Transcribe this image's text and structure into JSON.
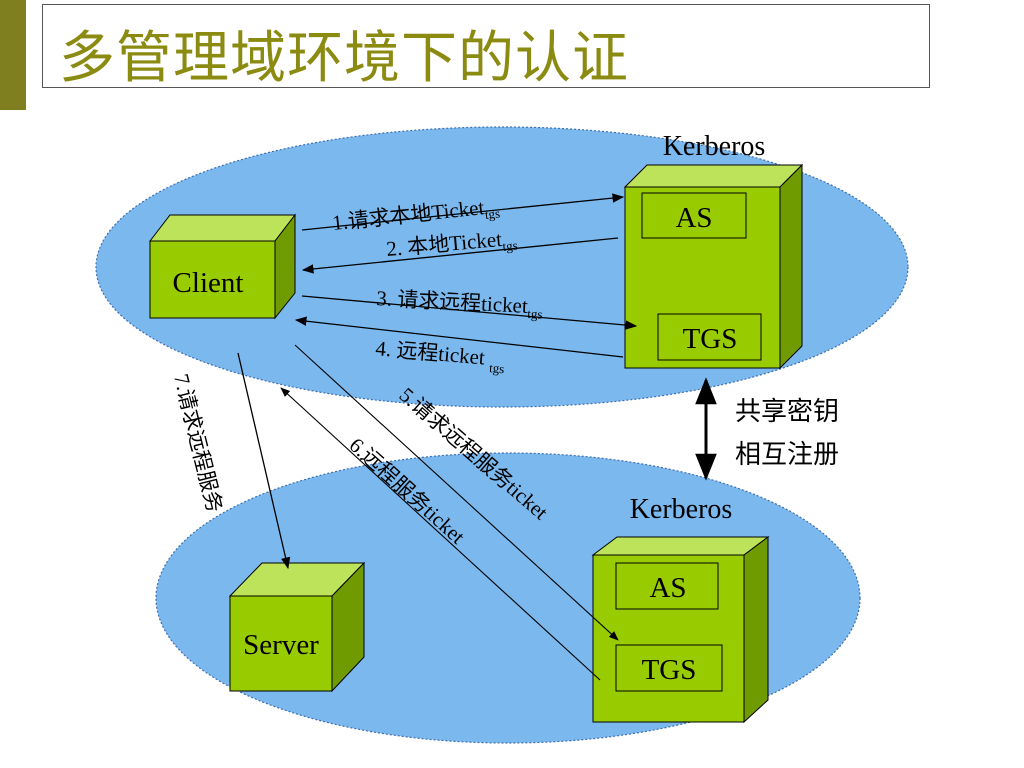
{
  "slide": {
    "title": "多管理域环境下的认证"
  },
  "top_domain": {
    "kerberos_label": "Kerberos",
    "client_label": "Client",
    "as_label": "AS",
    "tgs_label": "TGS"
  },
  "bottom_domain": {
    "kerberos_label": "Kerberos",
    "server_label": "Server",
    "as_label": "AS",
    "tgs_label": "TGS"
  },
  "arrows": {
    "a1_main": "1.请求本地Ticket",
    "a1_sub": "tgs",
    "a2_main": "2. 本地Ticket",
    "a2_sub": "tgs",
    "a3_main": "3. 请求远程ticket",
    "a3_sub": "tgs",
    "a4_main": "4. 远程ticket ",
    "a4_sub": "tgs",
    "a5": "5.请求远程服务ticket",
    "a6": "6.远程服务ticket",
    "a7": "7.请求远程服务"
  },
  "shared_key": {
    "line1": "共享密钥",
    "line2": "相互注册"
  },
  "colors": {
    "ellipse_fill": "#7bb8ee",
    "box_front": "#99cc00",
    "box_side": "#6f9a00",
    "box_top": "#bde35a",
    "title": "#8b8b12",
    "accent_bar": "#7f7f1f"
  }
}
